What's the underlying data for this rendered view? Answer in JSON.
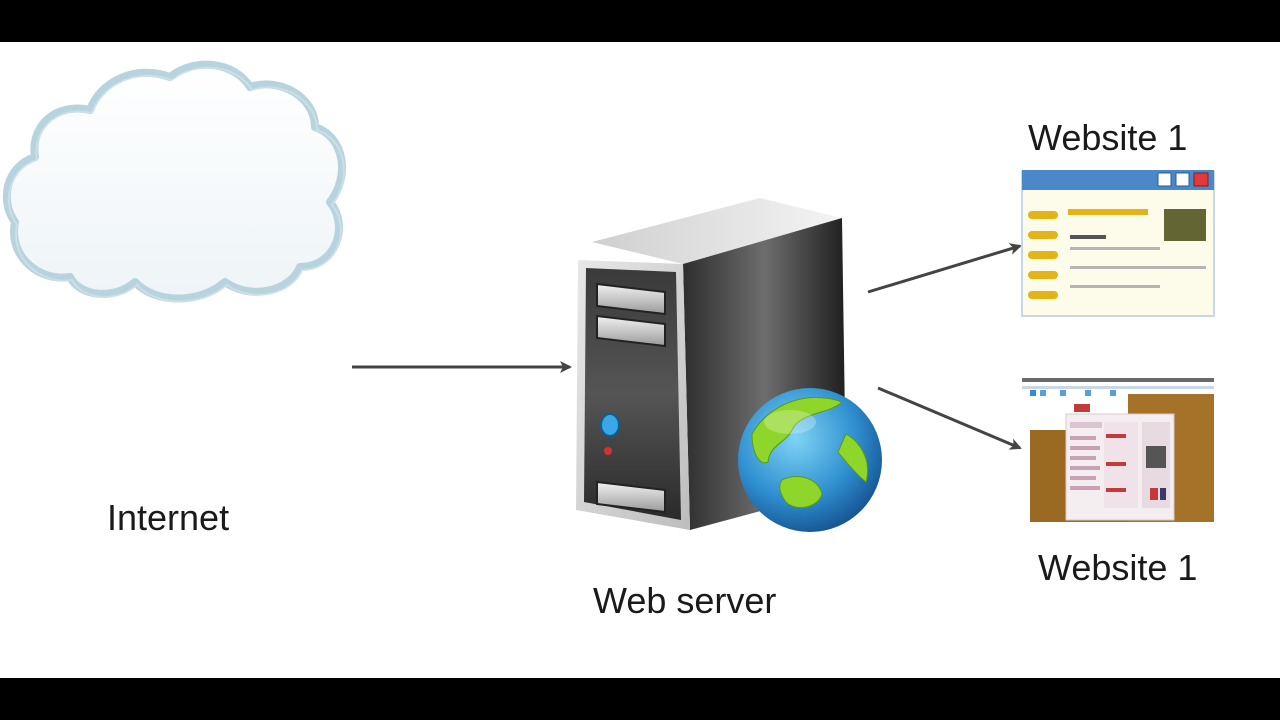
{
  "nodes": {
    "internet": {
      "label": "Internet",
      "icon": "cloud-icon"
    },
    "web_server": {
      "label": "Web server",
      "icon": "server-tower-icon",
      "badge_icon": "globe-icon"
    },
    "website_top": {
      "label": "Website 1",
      "icon": "browser-window-icon"
    },
    "website_bottom": {
      "label": "Website 1",
      "icon": "website-screenshot-icon"
    }
  },
  "edges": [
    {
      "from": "internet",
      "to": "web_server"
    },
    {
      "from": "web_server",
      "to": "website_top"
    },
    {
      "from": "web_server",
      "to": "website_bottom"
    }
  ],
  "colors": {
    "cloud_fill": "#ffffff",
    "cloud_outline": "#b7d4de",
    "arrow": "#444444",
    "browser_titlebar": "#4a88c8",
    "browser_body": "#fdfbe9",
    "browser_accent": "#e3b317",
    "browser_image": "#636633",
    "screenshot_frame": "#9a6a22"
  }
}
